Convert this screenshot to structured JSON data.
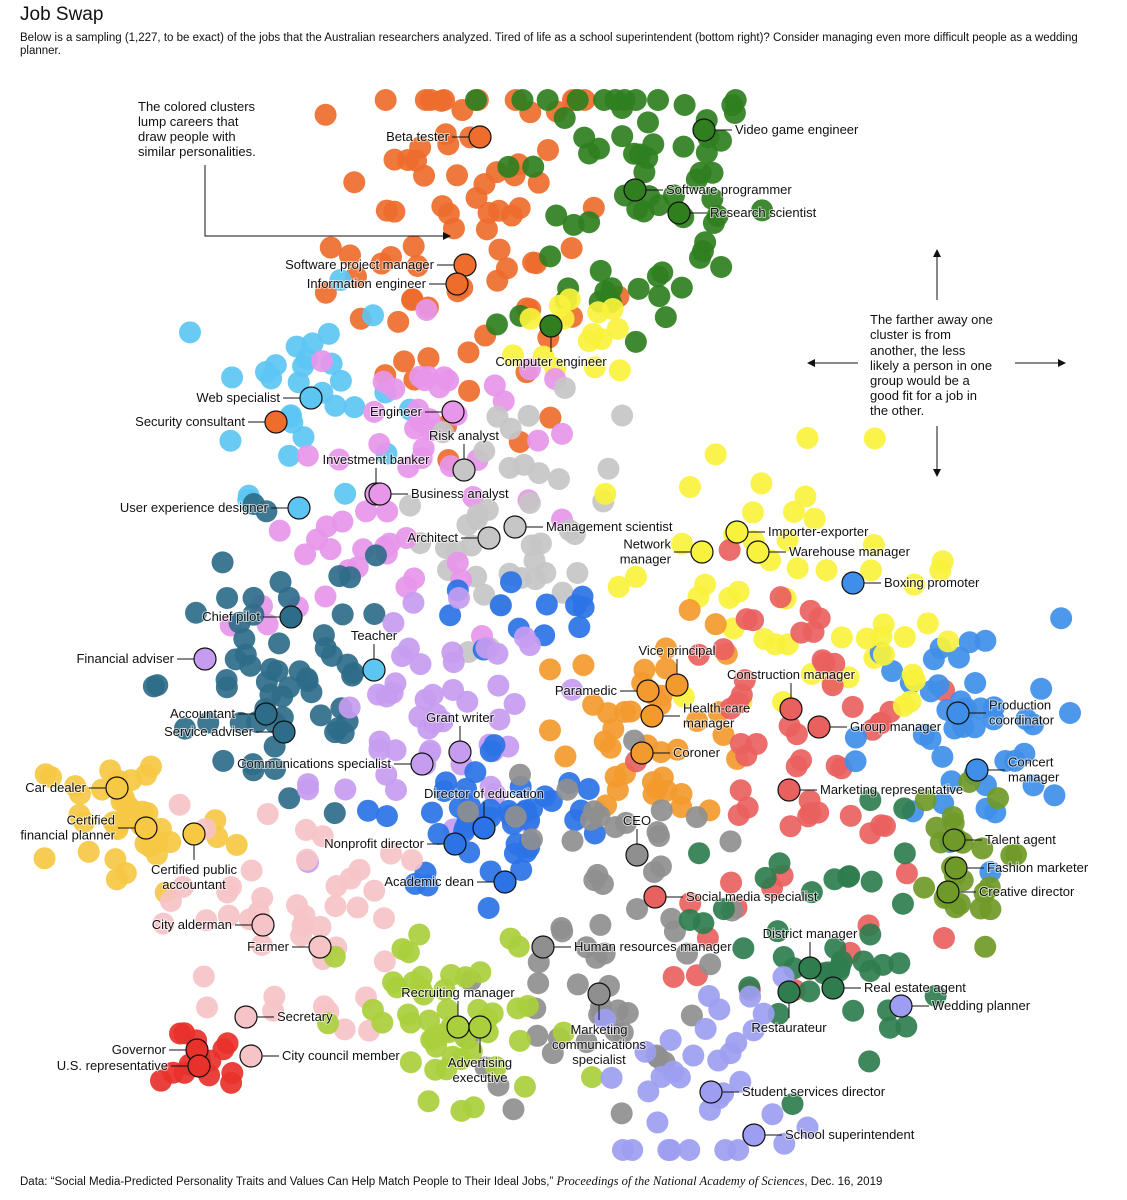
{
  "header": {
    "title": "Job Swap",
    "subtitle": "Below is a sampling (1,227, to be exact) of the jobs that the Australian researchers analyzed. Tired of life as a school superintendent (bottom right)? Consider managing even more difficult people as a wedding planner."
  },
  "footer": {
    "source_prefix": "Data: “Social Media-Predicted Personality Traits and Values Can Help Match People to Their Ideal Jobs,” ",
    "source_journal": "Proceedings of the National Academy of Sciences",
    "source_suffix": ", Dec. 16, 2019"
  },
  "chart_data": {
    "type": "scatter",
    "title": "Job Swap",
    "xlabel": "",
    "ylabel": "",
    "xlim": [
      -56,
      56
    ],
    "ylim": [
      -56,
      56
    ],
    "grid": false,
    "legend": "none",
    "annotations": {
      "clusters_note": [
        "The colored clusters",
        "lump careers that",
        "draw people with",
        "similar personalities."
      ],
      "distance_note": [
        "The farther away one",
        "cluster is from",
        "another, the less",
        "likely a person in one",
        "group would be a",
        "good fit for a job in",
        "the other."
      ]
    },
    "colors": {
      "orange": "#ee6c2c",
      "green": "#2f7f1f",
      "yellow": "#f8f23c",
      "lightblue": "#5cc6f3",
      "violet": "#e796ea",
      "lightgrey": "#c6c6c6",
      "teal": "#2e6d89",
      "blue": "#2b73e6",
      "lavender": "#c59cf0",
      "orange2": "#f39a2e",
      "red": "#e9615f",
      "brightblue": "#3f8fe9",
      "gold": "#f6c843",
      "darkgrey": "#8f8f8f",
      "olive": "#6f9a28",
      "lightpink": "#f6c3c7",
      "darkgreen": "#2f7d4e",
      "yellowgreen": "#aacf3c",
      "crimson": "#e8312b",
      "periwinkle": "#9d9ef1"
    },
    "clusters": [
      {
        "color": "orange",
        "x": -9,
        "y": 40,
        "sx": 7,
        "sy": 10,
        "n": 80
      },
      {
        "color": "green",
        "x": 7,
        "y": 45,
        "sx": 7,
        "sy": 9,
        "n": 70
      },
      {
        "color": "yellow",
        "x": 4,
        "y": 31,
        "sx": 4,
        "sy": 3,
        "n": 15
      },
      {
        "color": "lightblue",
        "x": -26,
        "y": 25,
        "sx": 5,
        "sy": 5,
        "n": 30
      },
      {
        "color": "violet",
        "x": -13,
        "y": 22,
        "sx": 6,
        "sy": 5,
        "n": 35
      },
      {
        "color": "lightgrey",
        "x": -4,
        "y": 12,
        "sx": 5,
        "sy": 6,
        "n": 40
      },
      {
        "color": "yellow",
        "x": 22,
        "y": 7,
        "sx": 10,
        "sy": 6,
        "n": 40
      },
      {
        "color": "violet",
        "x": -21,
        "y": 7,
        "sx": 6,
        "sy": 3,
        "n": 25
      },
      {
        "color": "teal",
        "x": -28,
        "y": -4,
        "sx": 6,
        "sy": 8,
        "n": 60
      },
      {
        "color": "blue",
        "x": -2,
        "y": 2,
        "sx": 6,
        "sy": 2,
        "n": 12
      },
      {
        "color": "lavender",
        "x": -12,
        "y": -9,
        "sx": 6,
        "sy": 6,
        "n": 50
      },
      {
        "color": "orange2",
        "x": 10,
        "y": -8,
        "sx": 5,
        "sy": 5,
        "n": 40
      },
      {
        "color": "red",
        "x": 23,
        "y": -13,
        "sx": 7,
        "sy": 10,
        "n": 60
      },
      {
        "color": "brightblue",
        "x": 40,
        "y": -10,
        "sx": 5,
        "sy": 6,
        "n": 45
      },
      {
        "color": "gold",
        "x": -43,
        "y": -18,
        "sx": 5,
        "sy": 4,
        "n": 40
      },
      {
        "color": "blue",
        "x": -6,
        "y": -18,
        "sx": 6,
        "sy": 4,
        "n": 45
      },
      {
        "color": "darkgrey",
        "x": 4,
        "y": -28,
        "sx": 6,
        "sy": 10,
        "n": 60
      },
      {
        "color": "olive",
        "x": 39,
        "y": -23,
        "sx": 3,
        "sy": 4,
        "n": 25
      },
      {
        "color": "lightpink",
        "x": -28,
        "y": -28,
        "sx": 6,
        "sy": 6,
        "n": 45
      },
      {
        "color": "darkgreen",
        "x": 26,
        "y": -31,
        "sx": 6,
        "sy": 7,
        "n": 40
      },
      {
        "color": "yellowgreen",
        "x": -10,
        "y": -39,
        "sx": 6,
        "sy": 5,
        "n": 50
      },
      {
        "color": "crimson",
        "x": -35.5,
        "y": -41.5,
        "sx": 2,
        "sy": 2,
        "n": 15
      },
      {
        "color": "periwinkle",
        "x": 14,
        "y": -44,
        "sx": 5,
        "sy": 5,
        "n": 35
      },
      {
        "color": "yellow",
        "x": 34,
        "y": -1,
        "sx": 3,
        "sy": 3,
        "n": 12
      }
    ],
    "points": [
      {
        "label": "Beta tester",
        "x": -8.0,
        "y": 50.3,
        "color": "orange",
        "side": "left"
      },
      {
        "label": "Video game engineer",
        "x": 14.4,
        "y": 51.0,
        "color": "green",
        "side": "right"
      },
      {
        "label": "Software programmer",
        "x": 7.5,
        "y": 45.0,
        "color": "green",
        "side": "right"
      },
      {
        "label": "Research scientist",
        "x": 11.9,
        "y": 42.7,
        "color": "green",
        "side": "right"
      },
      {
        "label": "Software project manager",
        "x": -9.5,
        "y": 37.5,
        "color": "orange",
        "side": "left"
      },
      {
        "label": "Information engineer",
        "x": -10.3,
        "y": 35.6,
        "color": "orange",
        "side": "left"
      },
      {
        "label": "Computer engineer",
        "x": -0.9,
        "y": 31.4,
        "color": "green",
        "side": "below"
      },
      {
        "label": "Web specialist",
        "x": -24.9,
        "y": 24.2,
        "color": "lightblue",
        "side": "left"
      },
      {
        "label": "Security consultant",
        "x": -28.4,
        "y": 21.8,
        "color": "orange",
        "side": "left"
      },
      {
        "label": "Engineer",
        "x": -10.7,
        "y": 22.8,
        "color": "violet",
        "side": "left"
      },
      {
        "label": "Risk analyst",
        "x": -9.6,
        "y": 17.0,
        "color": "lightgrey",
        "side": "above"
      },
      {
        "label": "Investment banker",
        "x": -18.4,
        "y": 14.6,
        "color": "violet",
        "side": "above"
      },
      {
        "label": "Business analyst",
        "x": -18.0,
        "y": 14.6,
        "color": "violet",
        "side": "right"
      },
      {
        "label": "User experience designer",
        "x": -26.1,
        "y": 13.2,
        "color": "lightblue",
        "side": "left"
      },
      {
        "label": "Architect",
        "x": -7.1,
        "y": 10.2,
        "color": "lightgrey",
        "side": "left"
      },
      {
        "label": "Management scientist",
        "x": -4.5,
        "y": 11.3,
        "color": "lightgrey",
        "side": "right"
      },
      {
        "label": "Importer-exporter",
        "x": 17.7,
        "y": 10.8,
        "color": "yellow",
        "side": "right"
      },
      {
        "label": "Network\nmanager",
        "x": 14.2,
        "y": 8.8,
        "color": "yellow",
        "side": "left"
      },
      {
        "label": "Warehouse manager",
        "x": 19.8,
        "y": 8.8,
        "color": "yellow",
        "side": "right"
      },
      {
        "label": "Boxing promoter",
        "x": 29.3,
        "y": 5.7,
        "color": "brightblue",
        "side": "right"
      },
      {
        "label": "Chief pilot",
        "x": -26.9,
        "y": 2.3,
        "color": "teal",
        "side": "left"
      },
      {
        "label": "Teacher",
        "x": -18.6,
        "y": -3.0,
        "color": "lightblue",
        "side": "above"
      },
      {
        "label": "Financial adviser",
        "x": -35.5,
        "y": -1.9,
        "color": "lavender",
        "side": "left"
      },
      {
        "label": "Vice principal",
        "x": 11.7,
        "y": -4.5,
        "color": "orange2",
        "side": "above"
      },
      {
        "label": "Paramedic",
        "x": 8.8,
        "y": -5.1,
        "color": "orange2",
        "side": "left"
      },
      {
        "label": "Construction manager",
        "x": 23.1,
        "y": -6.9,
        "color": "red",
        "side": "above"
      },
      {
        "label": "Accountant",
        "x": -29.4,
        "y": -7.4,
        "color": "teal",
        "side": "left"
      },
      {
        "label": "Service adviser",
        "x": -27.6,
        "y": -9.2,
        "color": "teal",
        "side": "left"
      },
      {
        "label": "Grant writer",
        "x": -10.0,
        "y": -11.2,
        "color": "lavender",
        "side": "above"
      },
      {
        "label": "Health-care\nmanager",
        "x": 9.2,
        "y": -7.6,
        "color": "orange2",
        "side": "right"
      },
      {
        "label": "Group manager",
        "x": 25.9,
        "y": -8.7,
        "color": "red",
        "side": "right"
      },
      {
        "label": "Production\ncoordinator",
        "x": 39.8,
        "y": -7.3,
        "color": "brightblue",
        "side": "right"
      },
      {
        "label": "Communications specialist",
        "x": -13.8,
        "y": -12.4,
        "color": "lavender",
        "side": "left"
      },
      {
        "label": "Coroner",
        "x": 8.2,
        "y": -11.3,
        "color": "orange2",
        "side": "right"
      },
      {
        "label": "Concert\nmanager",
        "x": 41.7,
        "y": -13.0,
        "color": "brightblue",
        "side": "right"
      },
      {
        "label": "Car dealer",
        "x": -44.3,
        "y": -14.8,
        "color": "gold",
        "side": "left"
      },
      {
        "label": "Director of education",
        "x": -7.6,
        "y": -18.8,
        "color": "blue",
        "side": "above"
      },
      {
        "label": "Marketing representative",
        "x": 22.9,
        "y": -15.0,
        "color": "red",
        "side": "right"
      },
      {
        "label": "CEO",
        "x": 7.7,
        "y": -21.5,
        "color": "darkgrey",
        "side": "above"
      },
      {
        "label": "Certified\nfinancial planner",
        "x": -41.4,
        "y": -18.8,
        "color": "gold",
        "side": "left"
      },
      {
        "label": "Certified public\naccountant",
        "x": -36.6,
        "y": -19.4,
        "color": "gold",
        "side": "below"
      },
      {
        "label": "Talent agent",
        "x": 39.4,
        "y": -20.0,
        "color": "olive",
        "side": "right"
      },
      {
        "label": "Nonprofit director",
        "x": -10.5,
        "y": -20.4,
        "color": "blue",
        "side": "left"
      },
      {
        "label": "Fashion marketer",
        "x": 39.6,
        "y": -22.8,
        "color": "olive",
        "side": "right"
      },
      {
        "label": "Academic dean",
        "x": -5.5,
        "y": -24.2,
        "color": "blue",
        "side": "left"
      },
      {
        "label": "Creative director",
        "x": 38.8,
        "y": -25.2,
        "color": "olive",
        "side": "right"
      },
      {
        "label": "Social media specialist",
        "x": 9.5,
        "y": -25.7,
        "color": "red",
        "side": "right"
      },
      {
        "label": "City alderman",
        "x": -29.7,
        "y": -28.5,
        "color": "lightpink",
        "side": "left"
      },
      {
        "label": "District manager",
        "x": 25.0,
        "y": -32.8,
        "color": "darkgreen",
        "side": "above"
      },
      {
        "label": "Farmer",
        "x": -24.0,
        "y": -30.7,
        "color": "lightpink",
        "side": "left"
      },
      {
        "label": "Human resources manager",
        "x": -1.7,
        "y": -30.7,
        "color": "darkgrey",
        "side": "right"
      },
      {
        "label": "Real estate agent",
        "x": 27.3,
        "y": -34.8,
        "color": "darkgreen",
        "side": "right"
      },
      {
        "label": "Recruiting manager",
        "x": -10.2,
        "y": -38.7,
        "color": "yellowgreen",
        "side": "above"
      },
      {
        "label": "Wedding planner",
        "x": 34.1,
        "y": -36.6,
        "color": "periwinkle",
        "side": "right"
      },
      {
        "label": "Secretary",
        "x": -31.4,
        "y": -37.7,
        "color": "lightpink",
        "side": "right"
      },
      {
        "label": "Marketing\ncommunications\nspecialist",
        "x": 3.9,
        "y": -35.4,
        "color": "darkgrey",
        "side": "below"
      },
      {
        "label": "Governor",
        "x": -36.3,
        "y": -41.0,
        "color": "crimson",
        "side": "left"
      },
      {
        "label": "Restaurateur",
        "x": 22.9,
        "y": -35.2,
        "color": "darkgreen",
        "side": "below"
      },
      {
        "label": "Advertising\nexecutive",
        "x": -8.0,
        "y": -38.7,
        "color": "yellowgreen",
        "side": "below"
      },
      {
        "label": "City council member",
        "x": -30.9,
        "y": -41.6,
        "color": "lightpink",
        "side": "right"
      },
      {
        "label": "U.S. representative",
        "x": -36.1,
        "y": -42.6,
        "color": "crimson",
        "side": "left"
      },
      {
        "label": "Student services director",
        "x": 15.1,
        "y": -45.2,
        "color": "periwinkle",
        "side": "right"
      },
      {
        "label": "School superintendent",
        "x": 19.4,
        "y": -49.5,
        "color": "periwinkle",
        "side": "right"
      }
    ]
  }
}
